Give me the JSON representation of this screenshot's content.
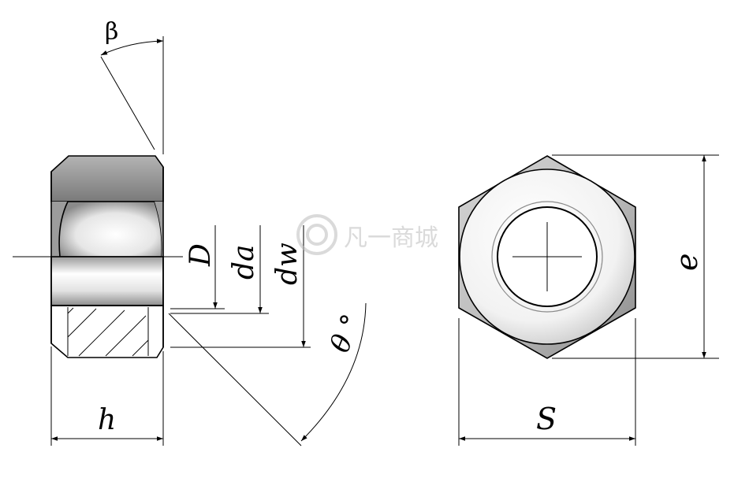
{
  "labels": {
    "beta": "β",
    "D": "D",
    "da": "da",
    "dw": "dw",
    "theta": "θ °",
    "h": "h",
    "S": "S",
    "e": "e"
  },
  "watermark": {
    "text": "凡一商城",
    "color": "#bdbdbd"
  },
  "colors": {
    "line": "#000000",
    "face_dark": "#8f8f8f",
    "face_light": "#f0f0f0"
  }
}
